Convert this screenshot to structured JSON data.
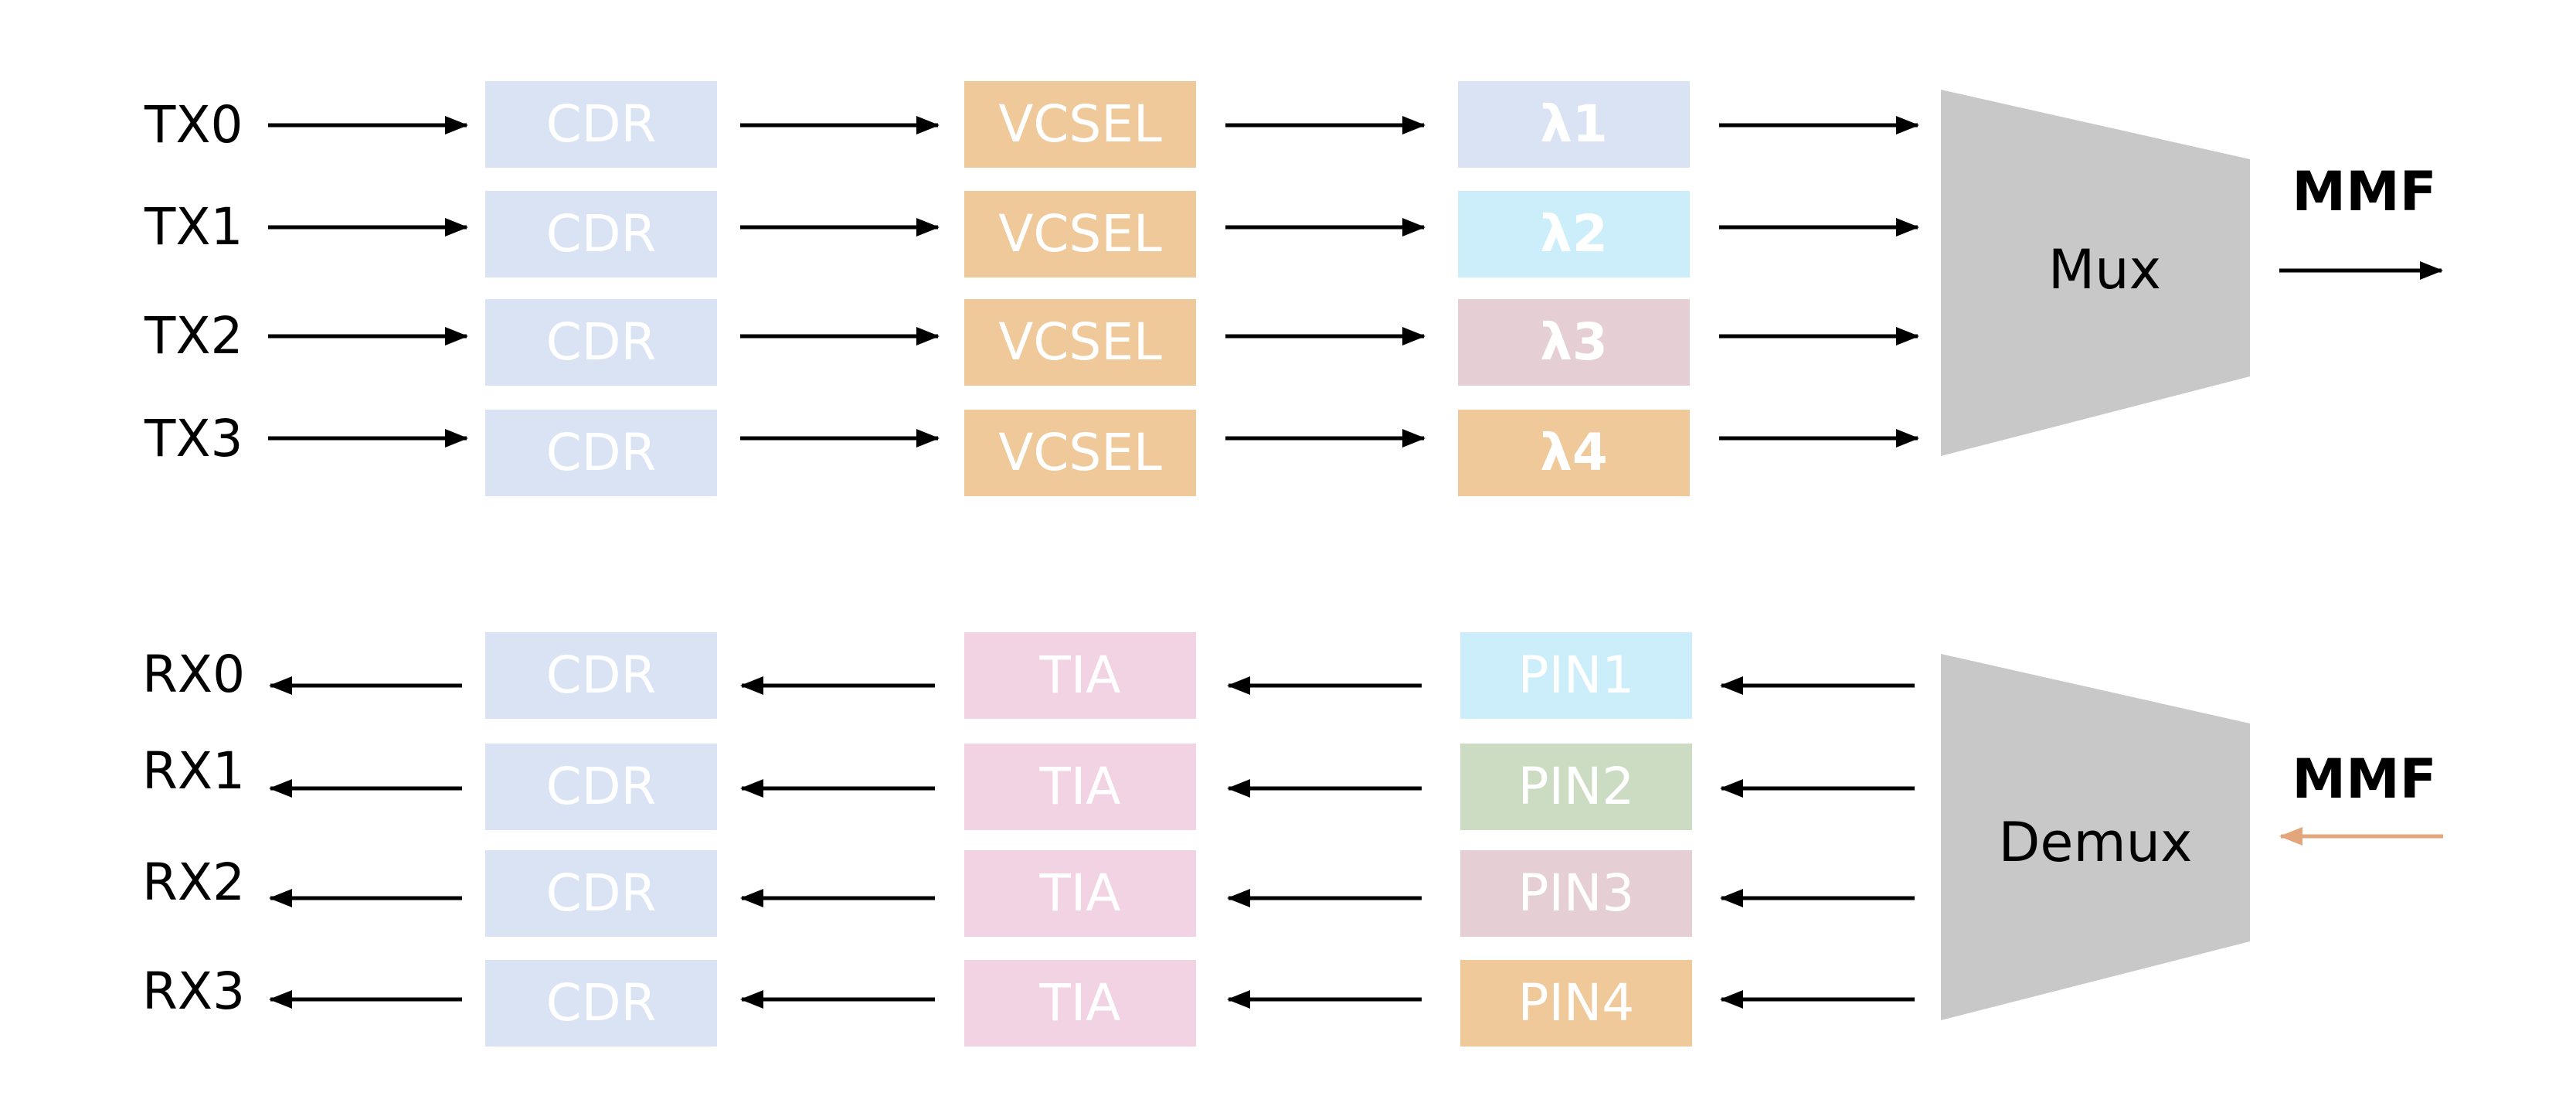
{
  "colors": {
    "cdr": "#dae3f3",
    "vcsel": "#f0c99a",
    "tia": "#f2d3e3",
    "lambda": [
      "#dae3f3",
      "#cbeefa",
      "#e5cfd4",
      "#f0c99a"
    ],
    "pin": [
      "#cbeefa",
      "#cbdcc3",
      "#e5cfd4",
      "#f0c99a"
    ],
    "box_text": "#ffffff",
    "trapezoid": "#c8c8c8",
    "arrow": "#000000",
    "rx_mmf_arrow": "#e3a67a"
  },
  "transmitter": {
    "lanes": [
      {
        "port": "TX0",
        "cdr": "CDR",
        "laser": "VCSEL",
        "wavelength": "λ1"
      },
      {
        "port": "TX1",
        "cdr": "CDR",
        "laser": "VCSEL",
        "wavelength": "λ2"
      },
      {
        "port": "TX2",
        "cdr": "CDR",
        "laser": "VCSEL",
        "wavelength": "λ3"
      },
      {
        "port": "TX3",
        "cdr": "CDR",
        "laser": "VCSEL",
        "wavelength": "λ4"
      }
    ],
    "mux_label": "Mux",
    "fiber_label": "MMF"
  },
  "receiver": {
    "lanes": [
      {
        "port": "RX0",
        "cdr": "CDR",
        "amp": "TIA",
        "detector": "PIN1"
      },
      {
        "port": "RX1",
        "cdr": "CDR",
        "amp": "TIA",
        "detector": "PIN2"
      },
      {
        "port": "RX2",
        "cdr": "CDR",
        "amp": "TIA",
        "detector": "PIN3"
      },
      {
        "port": "RX3",
        "cdr": "CDR",
        "amp": "TIA",
        "detector": "PIN4"
      }
    ],
    "demux_label": "Demux",
    "fiber_label": "MMF"
  }
}
